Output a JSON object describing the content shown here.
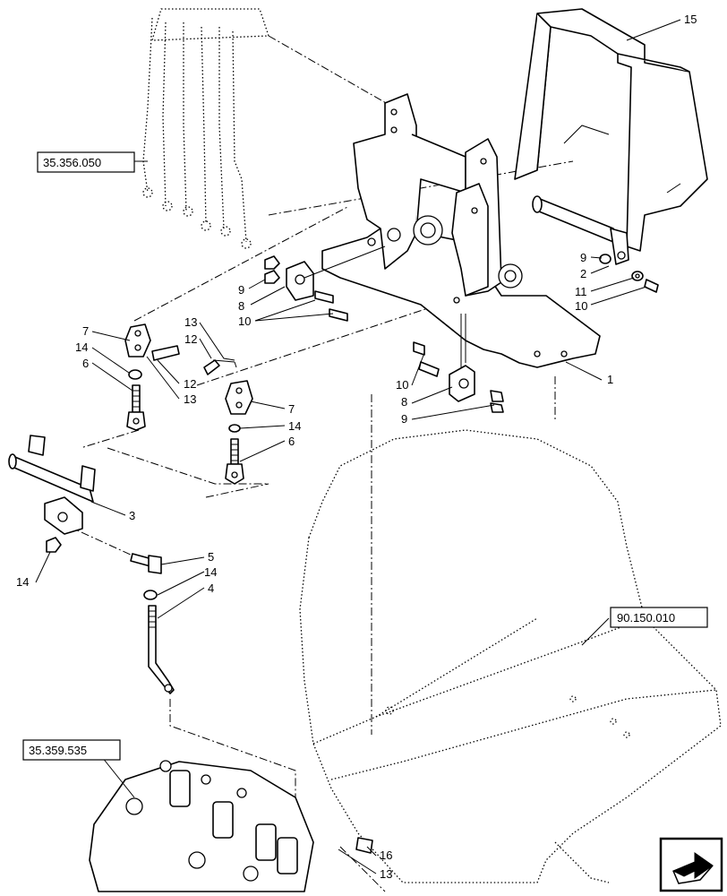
{
  "references": {
    "ref_tl": "35.356.050",
    "ref_br": "90.150.010",
    "ref_bl": "35.359.535"
  },
  "callouts": {
    "c15": "15",
    "c9a": "9",
    "c2": "2",
    "c11": "11",
    "c10a": "10",
    "c9b": "9",
    "c8a": "8",
    "c10b": "10",
    "c7a": "7",
    "c14a": "14",
    "c6a": "6",
    "c13a": "13",
    "c12a": "12",
    "c12b": "12",
    "c13b": "13",
    "c7b": "7",
    "c14b": "14",
    "c6b": "6",
    "c1": "1",
    "c10c": "10",
    "c8b": "8",
    "c9c": "9",
    "c3": "3",
    "c14c": "14",
    "c5": "5",
    "c14d": "14",
    "c4": "4",
    "c16": "16",
    "c13c": "13"
  },
  "nav": {
    "icon": "next-page-arrow-icon"
  }
}
